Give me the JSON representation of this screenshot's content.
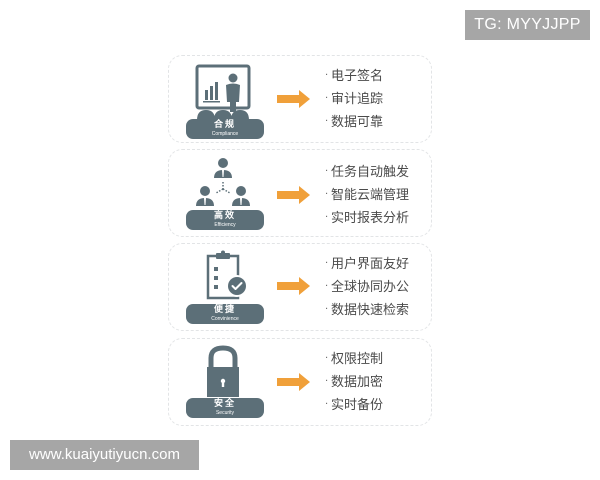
{
  "watermarks": {
    "top": "TG: MYYJJPP",
    "bottom": "www.kuaiyutiyucn.com"
  },
  "colors": {
    "icon_slate": "#5c6f78",
    "arrow_orange": "#f0a03a",
    "card_border": "#e2e4e6",
    "text": "#4a4a4a"
  },
  "cards": [
    {
      "icon": "presentation-icon",
      "badge_cn": "合规",
      "badge_en": "Compliance",
      "features": [
        "电子签名",
        "审计追踪",
        "数据可靠"
      ]
    },
    {
      "icon": "team-network-icon",
      "badge_cn": "高效",
      "badge_en": "Efficiency",
      "features": [
        "任务自动触发",
        "智能云端管理",
        "实时报表分析"
      ]
    },
    {
      "icon": "checklist-icon",
      "badge_cn": "便捷",
      "badge_en": "Convinience",
      "features": [
        "用户界面友好",
        "全球协同办公",
        "数据快速检索"
      ]
    },
    {
      "icon": "padlock-icon",
      "badge_cn": "安全",
      "badge_en": "Security",
      "features": [
        "权限控制",
        "数据加密",
        "实时备份"
      ]
    }
  ],
  "bullet": "·"
}
